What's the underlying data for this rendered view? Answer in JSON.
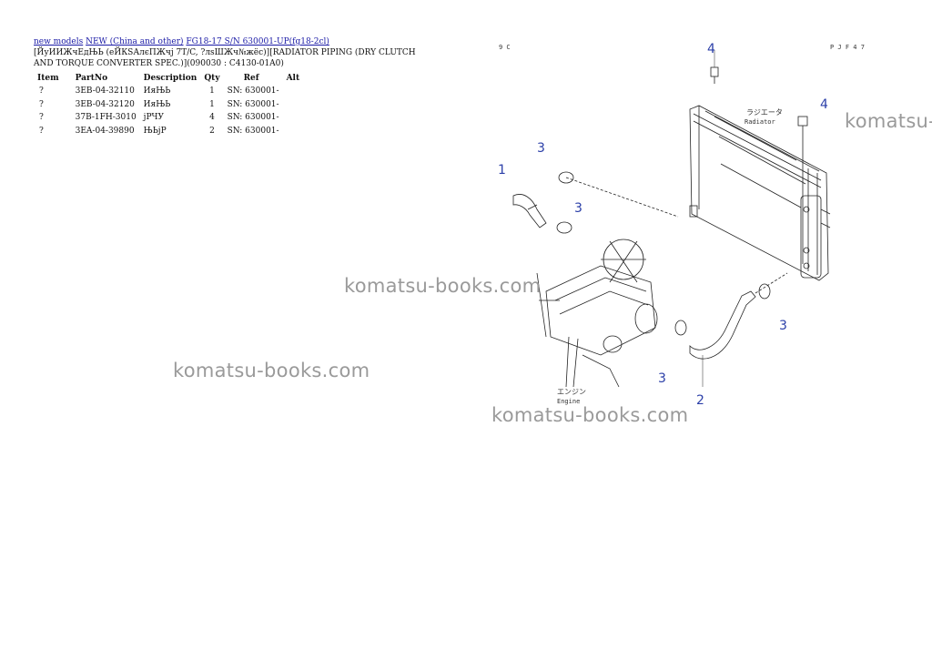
{
  "breadcrumb": {
    "link1": "new models",
    "link2": "NEW (China and other)",
    "link3": "FG18-17 S/N 630001-UP(fg18-2cl)"
  },
  "title": "[ЙуИИЖчЕдЊЬ (еЙКSАлєПЖчј 7T/C, ?лsШЖч№жёс)][RADIATOR PIPING (DRY CLUTCH AND TORQUE CONVERTER SPEC.)](090030 : C4130-01A0)",
  "table": {
    "headers": [
      "Item",
      "PartNo",
      "Description",
      "Qty",
      "Ref",
      "Alt"
    ],
    "rows": [
      {
        "item": "?",
        "partno": "3EB-04-32110",
        "desc": "ИяЊЬ",
        "qty": "1",
        "ref": "SN: 630001-",
        "alt": ""
      },
      {
        "item": "?",
        "partno": "3EB-04-32120",
        "desc": "ИяЊЬ",
        "qty": "1",
        "ref": "SN: 630001-",
        "alt": ""
      },
      {
        "item": "?",
        "partno": "37B-1FH-3010",
        "desc": "јРЧУ",
        "qty": "4",
        "ref": "SN: 630001-",
        "alt": ""
      },
      {
        "item": "?",
        "partno": "3EA-04-39890",
        "desc": "ЊЬјР",
        "qty": "2",
        "ref": "SN: 630001-",
        "alt": ""
      }
    ]
  },
  "watermark": "komatsu-books.com",
  "diagram": {
    "code_left": "9 C",
    "code_right": "P J F 4 7",
    "radiator_jp": "ラジエータ",
    "radiator_en": "Radiator",
    "engine_jp": "エンジン",
    "engine_en": "Engine",
    "callouts": [
      "4",
      "4",
      "3",
      "1",
      "3",
      "3",
      "3",
      "2"
    ],
    "callout_color": "#2b3fa8"
  }
}
